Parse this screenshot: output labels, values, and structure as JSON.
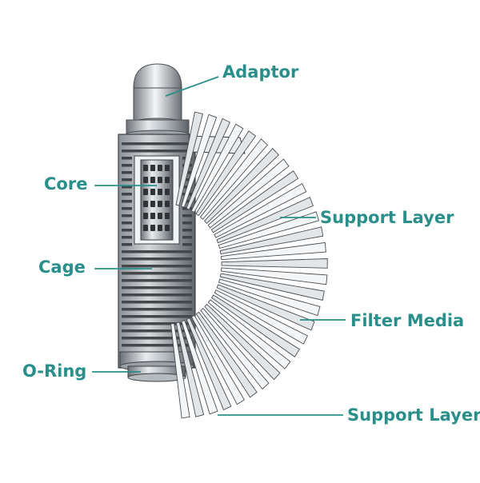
{
  "labels": {
    "adaptor": "Adaptor",
    "core": "Core",
    "cage": "Cage",
    "o_ring": "O-Ring",
    "support_layer_top": "Support Layer",
    "filter_media": "Filter Media",
    "support_layer_bottom": "Support Layer"
  },
  "colors": {
    "label_text": "#2a8f8a",
    "leader_line": "#2a8f8a",
    "cage_dark": "#555a5f",
    "metal_light": "#e6e8ea"
  },
  "icons": {
    "illustration": "pleated-filter-cartridge-cutaway"
  }
}
